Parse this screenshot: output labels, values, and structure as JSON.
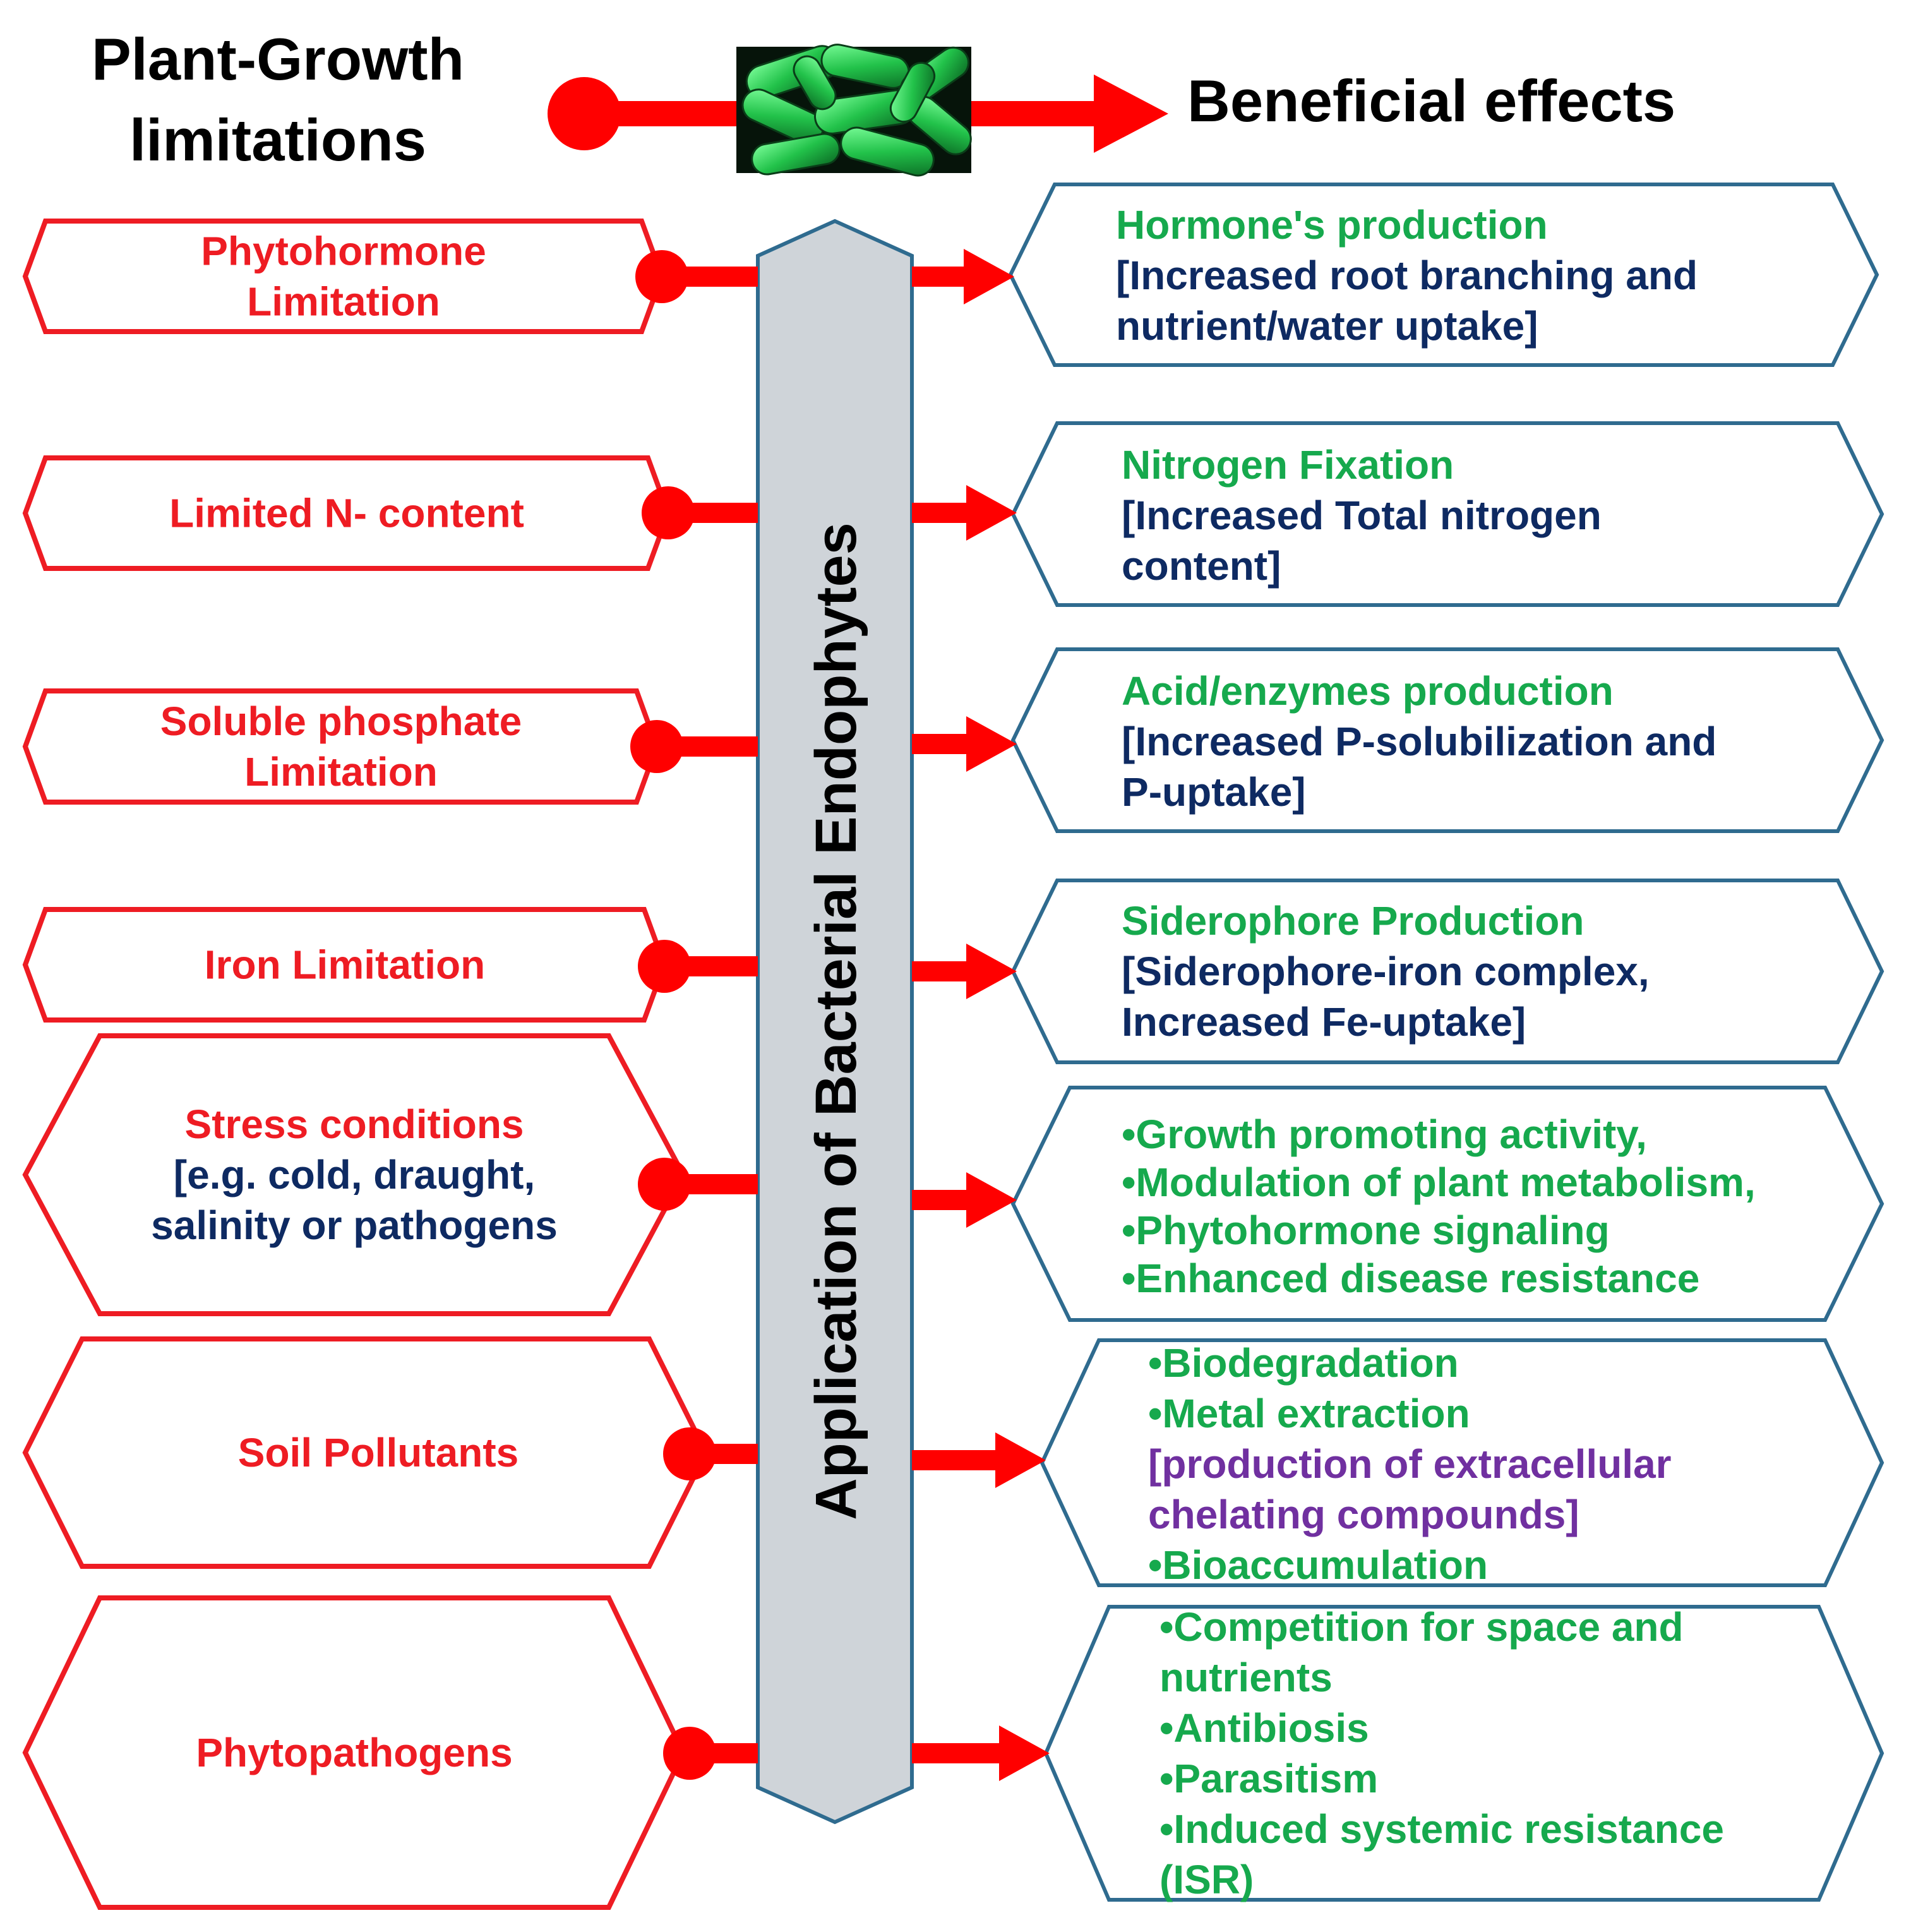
{
  "header": {
    "left_title": [
      "Plant-Growth",
      "limitations"
    ],
    "right_title": "Beneficial effects"
  },
  "center_bar_label": "Application of Bacterial Endophytes",
  "colors": {
    "limitation": "#ee1c23",
    "effect_heading": "#16a94d",
    "effect_detail": "#0e2a62",
    "effect_detail_alt": "#7030a0",
    "effect_border": "#2f6b8f",
    "bar_fill": "#cfd4d9",
    "bar_border": "#2f6b8f",
    "connector": "#ff0000"
  },
  "icons": {
    "bacteria": "bacteria-image-icon"
  },
  "limitations": [
    {
      "lines": [
        {
          "text": "Phytohormone",
          "c": "limitation"
        },
        {
          "text": "Limitation",
          "c": "limitation"
        }
      ]
    },
    {
      "lines": [
        {
          "text": "Limited N- content",
          "c": "limitation"
        }
      ]
    },
    {
      "lines": [
        {
          "text": "Soluble phosphate",
          "c": "limitation"
        },
        {
          "text": "Limitation",
          "c": "limitation"
        }
      ]
    },
    {
      "lines": [
        {
          "text": "Iron Limitation",
          "c": "limitation"
        }
      ]
    },
    {
      "lines": [
        {
          "text": "Stress conditions",
          "c": "limitation"
        },
        {
          "text": "[e.g. cold, draught,",
          "c": "effect_detail"
        },
        {
          "text": "salinity or pathogens",
          "c": "effect_detail"
        }
      ]
    },
    {
      "lines": [
        {
          "text": "Soil Pollutants",
          "c": "limitation"
        }
      ]
    },
    {
      "lines": [
        {
          "text": "Phytopathogens",
          "c": "limitation"
        }
      ]
    }
  ],
  "effects": [
    {
      "lines": [
        {
          "text": "Hormone's production",
          "c": "effect_heading"
        },
        {
          "text": "[Increased root branching and",
          "c": "effect_detail"
        },
        {
          "text": "nutrient/water uptake]",
          "c": "effect_detail"
        }
      ]
    },
    {
      "lines": [
        {
          "text": "Nitrogen Fixation",
          "c": "effect_heading"
        },
        {
          "text": "[Increased Total nitrogen",
          "c": "effect_detail"
        },
        {
          "text": "content]",
          "c": "effect_detail"
        }
      ]
    },
    {
      "lines": [
        {
          "text": "Acid/enzymes production",
          "c": "effect_heading"
        },
        {
          "text": "[Increased P-solubilization and",
          "c": "effect_detail"
        },
        {
          "text": "P-uptake]",
          "c": "effect_detail"
        }
      ]
    },
    {
      "lines": [
        {
          "text": "Siderophore Production",
          "c": "effect_heading"
        },
        {
          "text": "[Siderophore-iron complex,",
          "c": "effect_detail"
        },
        {
          "text": "Increased Fe-uptake]",
          "c": "effect_detail"
        }
      ]
    },
    {
      "lines": [
        {
          "text": "•Growth promoting activity,",
          "c": "effect_heading"
        },
        {
          "text": "•Modulation of plant metabolism,",
          "c": "effect_heading"
        },
        {
          "text": "•Phytohormone signaling",
          "c": "effect_heading"
        },
        {
          "text": "•Enhanced disease resistance",
          "c": "effect_heading"
        }
      ]
    },
    {
      "lines": [
        {
          "text": "•Biodegradation",
          "c": "effect_heading"
        },
        {
          "text": "•Metal extraction",
          "c": "effect_heading"
        },
        {
          "text": "[production of extracellular",
          "c": "effect_detail_alt"
        },
        {
          "text": "chelating compounds]",
          "c": "effect_detail_alt"
        },
        {
          "text": "•Bioaccumulation",
          "c": "effect_heading"
        }
      ]
    },
    {
      "lines": [
        {
          "text": "•Competition for space and",
          "c": "effect_heading"
        },
        {
          "text": "nutrients",
          "c": "effect_heading"
        },
        {
          "text": "•Antibiosis",
          "c": "effect_heading"
        },
        {
          "text": "•Parasitism",
          "c": "effect_heading"
        },
        {
          "text": "•Induced systemic resistance",
          "c": "effect_heading"
        },
        {
          "text": "(ISR)",
          "c": "effect_heading"
        }
      ]
    }
  ]
}
